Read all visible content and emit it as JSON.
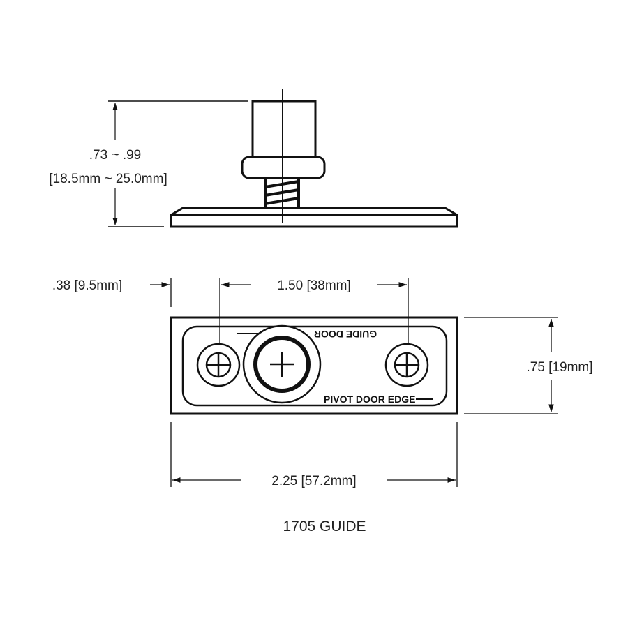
{
  "side_view": {
    "height_in": ".73 ~ .99",
    "height_mm": "[18.5mm ~ 25.0mm]"
  },
  "plan_view": {
    "edge_offset": ".38 [9.5mm]",
    "hole_spacing": "1.50 [38mm]",
    "width": ".75 [19mm]",
    "length": "2.25 [57.2mm]",
    "plate_text_top": "GUIDE DOOR",
    "plate_text_bottom": "PIVOT DOOR EDGE"
  },
  "caption": "1705 GUIDE",
  "colors": {
    "line": "#111111",
    "background": "#ffffff"
  }
}
